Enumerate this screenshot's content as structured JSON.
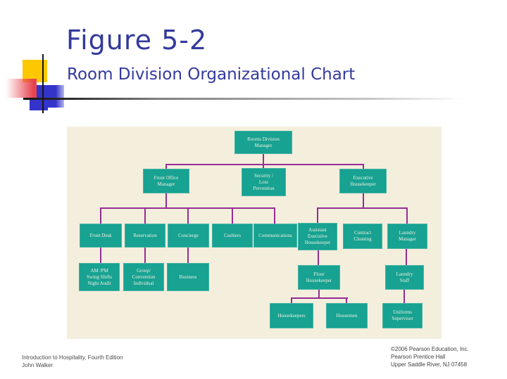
{
  "slide": {
    "title": "Figure 5-2",
    "subtitle": "Room Division Organizational Chart",
    "footer_left": [
      "Introduction to Hospitality, Fourth Edition",
      "John Walker"
    ],
    "footer_right": [
      "©2006 Pearson Education, Inc.",
      "Pearson Prentice Hall",
      "Upper Saddle River, NJ 07458"
    ]
  },
  "colors": {
    "title_text": "#333a9c",
    "panel_bg": "#f4eedd",
    "node_fill": "#17a292",
    "node_border": "#45b3a2",
    "node_text": "#f2efdf",
    "connector": "#962d93",
    "decoration_yellow": "#fdc800",
    "decoration_blue": "#3434cb",
    "decoration_red": "#e8434d"
  },
  "diagram": {
    "title": "Room Division Organizational Chart",
    "nodes": [
      {
        "id": "rooms-division-manager",
        "lines": [
          "Rooms Division",
          "Manager"
        ],
        "reports_to": null
      },
      {
        "id": "front-office-manager",
        "lines": [
          "Front Office",
          "Manager"
        ],
        "reports_to": "rooms-division-manager"
      },
      {
        "id": "security-loss-prevention",
        "lines": [
          "Security /",
          "Loss",
          "Prevention"
        ],
        "reports_to": "rooms-division-manager"
      },
      {
        "id": "executive-housekeeper",
        "lines": [
          "Executive",
          "Housekeeper"
        ],
        "reports_to": "rooms-division-manager"
      },
      {
        "id": "front-desk",
        "lines": [
          "Front Desk"
        ],
        "reports_to": "front-office-manager"
      },
      {
        "id": "reservation",
        "lines": [
          "Reservation"
        ],
        "reports_to": "front-office-manager"
      },
      {
        "id": "concierge",
        "lines": [
          "Concierge"
        ],
        "reports_to": "front-office-manager"
      },
      {
        "id": "cashiers",
        "lines": [
          "Cashiers"
        ],
        "reports_to": "front-office-manager"
      },
      {
        "id": "communications",
        "lines": [
          "Communications"
        ],
        "reports_to": "front-office-manager"
      },
      {
        "id": "assistant-executive-housekeeper",
        "lines": [
          "Assistant",
          "Executive",
          "Housekeeper"
        ],
        "reports_to": "executive-housekeeper"
      },
      {
        "id": "contract-cleaning",
        "lines": [
          "Contract",
          "Cleaning"
        ],
        "reports_to": "executive-housekeeper"
      },
      {
        "id": "laundry-manager",
        "lines": [
          "Laundry",
          "Manager"
        ],
        "reports_to": "executive-housekeeper"
      },
      {
        "id": "am-pm-swing-shifts-night-audit",
        "lines": [
          "AM /PM",
          "Swing Shifts",
          "Night Audit"
        ],
        "reports_to": "front-desk"
      },
      {
        "id": "group-convention-individual",
        "lines": [
          "Group/",
          "Convention",
          "Individual"
        ],
        "reports_to": "reservation"
      },
      {
        "id": "business",
        "lines": [
          "Business"
        ],
        "reports_to": "concierge"
      },
      {
        "id": "floor-housekeeper",
        "lines": [
          "Floor",
          "Housekeeper"
        ],
        "reports_to": "assistant-executive-housekeeper"
      },
      {
        "id": "laundry-staff",
        "lines": [
          "Laundry",
          "Staff"
        ],
        "reports_to": "laundry-manager"
      },
      {
        "id": "housekeepers",
        "lines": [
          "Housekeepers"
        ],
        "reports_to": "floor-housekeeper"
      },
      {
        "id": "housemen",
        "lines": [
          "Housemen"
        ],
        "reports_to": "floor-housekeeper"
      },
      {
        "id": "uniforms-supervisor",
        "lines": [
          "Uniforms",
          "Supervisor"
        ],
        "reports_to": "laundry-staff"
      }
    ]
  }
}
